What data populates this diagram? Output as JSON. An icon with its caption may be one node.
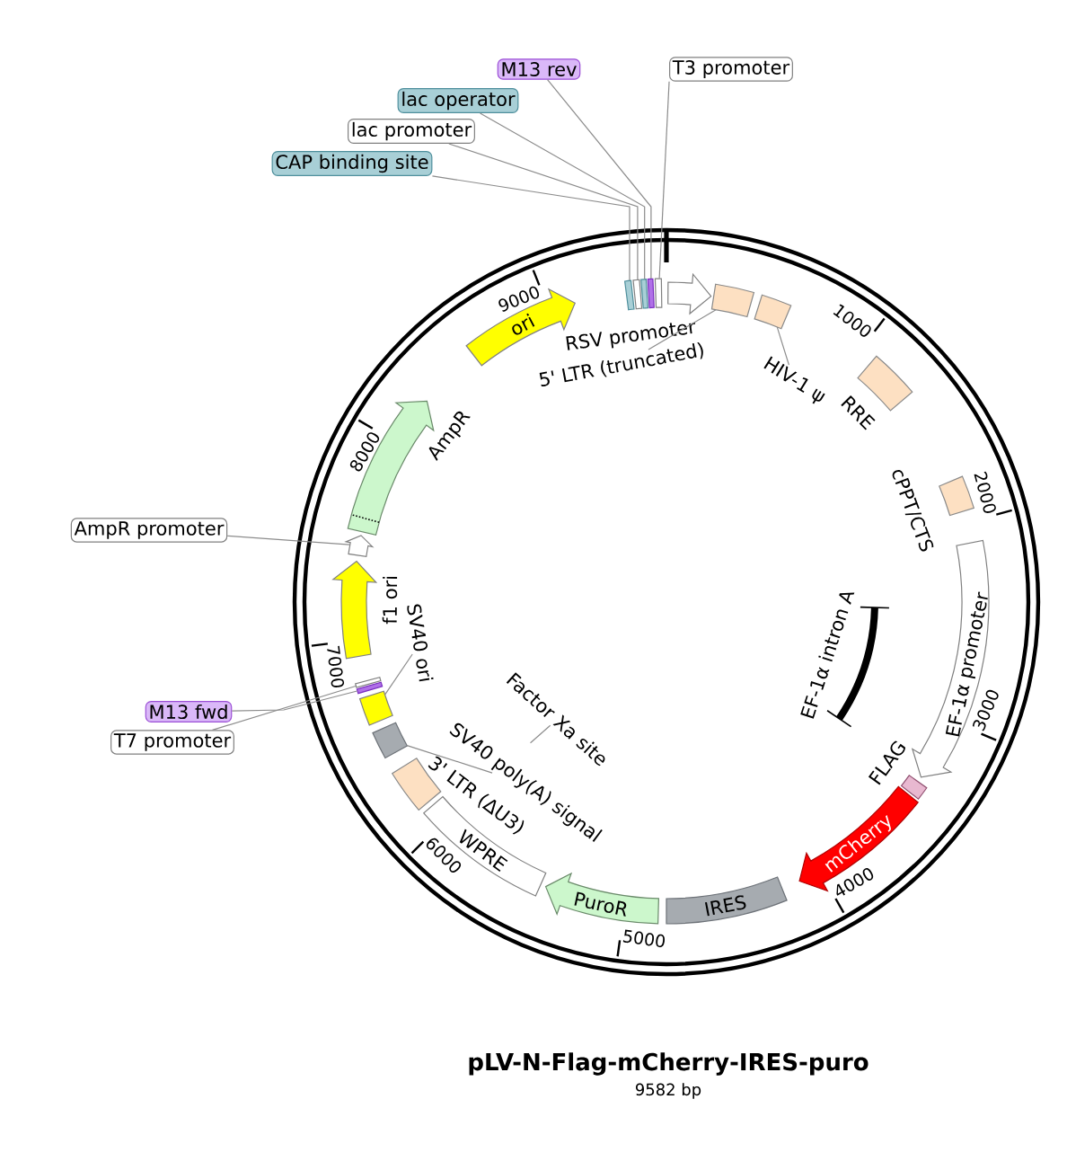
{
  "diagram": {
    "title": "pLV-N-Flag-mCherry-IRES-puro",
    "nodes": [
      {
        "text": [
          "M13 rev"
        ]
      },
      {
        "text": [
          "T3 promoter"
        ]
      },
      {
        "text": [
          "lac operator"
        ]
      },
      {
        "text": [
          "lac promoter"
        ]
      },
      {
        "text": [
          "CAP binding site"
        ]
      },
      {
        "text": [
          "AmpR promoter"
        ]
      },
      {
        "text": [
          "M13 fwd"
        ]
      },
      {
        "text": [
          "T7 promoter"
        ]
      },
      {
        "text": [],
        "shape": "box"
      },
      {
        "text": [],
        "shape": "box"
      },
      {
        "text": [],
        "shape": "box"
      },
      {
        "text": [],
        "shape": "box"
      },
      {
        "text": [],
        "shape": "box"
      },
      {
        "text": [
          "RSV promoter"
        ]
      },
      {
        "text": [],
        "shape": "box"
      },
      {
        "text": [],
        "shape": "box"
      },
      {
        "text": [
          "5' LTR (truncated)"
        ]
      },
      {
        "text": [
          "HIV-1 ψ"
        ]
      },
      {
        "text": [
          "RRE"
        ]
      },
      {
        "text": [
          "cPPT/CTS"
        ]
      },
      {
        "text": [
          "EF-1α promoter"
        ]
      },
      {
        "text": [
          "EF-1α intron A"
        ]
      },
      {
        "text": [
          "FLAG"
        ]
      },
      {
        "text": [
          "mCherry"
        ]
      },
      {
        "text": [
          "IRES"
        ]
      },
      {
        "text": [
          "PuroR"
        ]
      },
      {
        "text": [
          "WPRE"
        ]
      },
      {
        "text": [
          "3' LTR (ΔU3)"
        ]
      },
      {
        "text": [],
        "shape": "box"
      },
      {
        "text": [],
        "shape": "box"
      },
      {
        "text": [],
        "shape": "box"
      },
      {
        "text": [],
        "shape": "box"
      },
      {
        "text": [
          "f1 ori"
        ]
      },
      {
        "text": [],
        "shape": "arrow"
      },
      {
        "text": [
          "AmpR"
        ]
      },
      {
        "text": [
          "ori"
        ]
      },
      {
        "text": [
          "SV40 poly(A) signal"
        ]
      },
      {
        "text": [
          "SV40 ori"
        ]
      },
      {
        "text": [
          "Factor Xa site"
        ]
      }
    ],
    "edges": [
      {
        "from": 0,
        "to": 11,
        "arrow": "none"
      },
      {
        "from": 1,
        "to": 12,
        "arrow": "none"
      },
      {
        "from": 2,
        "to": 10,
        "arrow": "none"
      },
      {
        "from": 3,
        "to": 9,
        "arrow": "none"
      },
      {
        "from": 4,
        "to": 8,
        "arrow": "none"
      },
      {
        "from": 5,
        "to": 33,
        "arrow": "none"
      },
      {
        "from": 6,
        "to": 30,
        "arrow": "none"
      },
      {
        "from": 7,
        "to": 31,
        "arrow": "none"
      },
      {
        "from": 16,
        "to": 14,
        "arrow": "none"
      },
      {
        "from": 17,
        "to": 15,
        "arrow": "none"
      },
      {
        "from": 36,
        "to": 28,
        "arrow": "none"
      },
      {
        "from": 37,
        "to": 29,
        "arrow": "none"
      },
      {
        "from": 38,
        "to": null,
        "arrow": "none"
      }
    ],
    "labels": [
      "9000",
      "1000",
      "8000",
      "2000",
      "7000",
      "3000",
      "6000",
      "4000",
      "5000",
      "9582 bp"
    ]
  }
}
